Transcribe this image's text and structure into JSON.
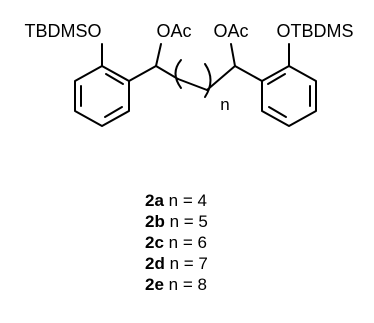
{
  "structure": {
    "substituent_left": "TBDMSO",
    "acetate_left": "OAc",
    "acetate_right": "OAc",
    "substituent_right": "OTBDMS",
    "repeat_subscript": "n"
  },
  "compounds": [
    {
      "id": "2a",
      "relation": "n = 4"
    },
    {
      "id": "2b",
      "relation": "n = 5"
    },
    {
      "id": "2c",
      "relation": "n = 6"
    },
    {
      "id": "2d",
      "relation": "n = 7"
    },
    {
      "id": "2e",
      "relation": "n = 8"
    }
  ]
}
